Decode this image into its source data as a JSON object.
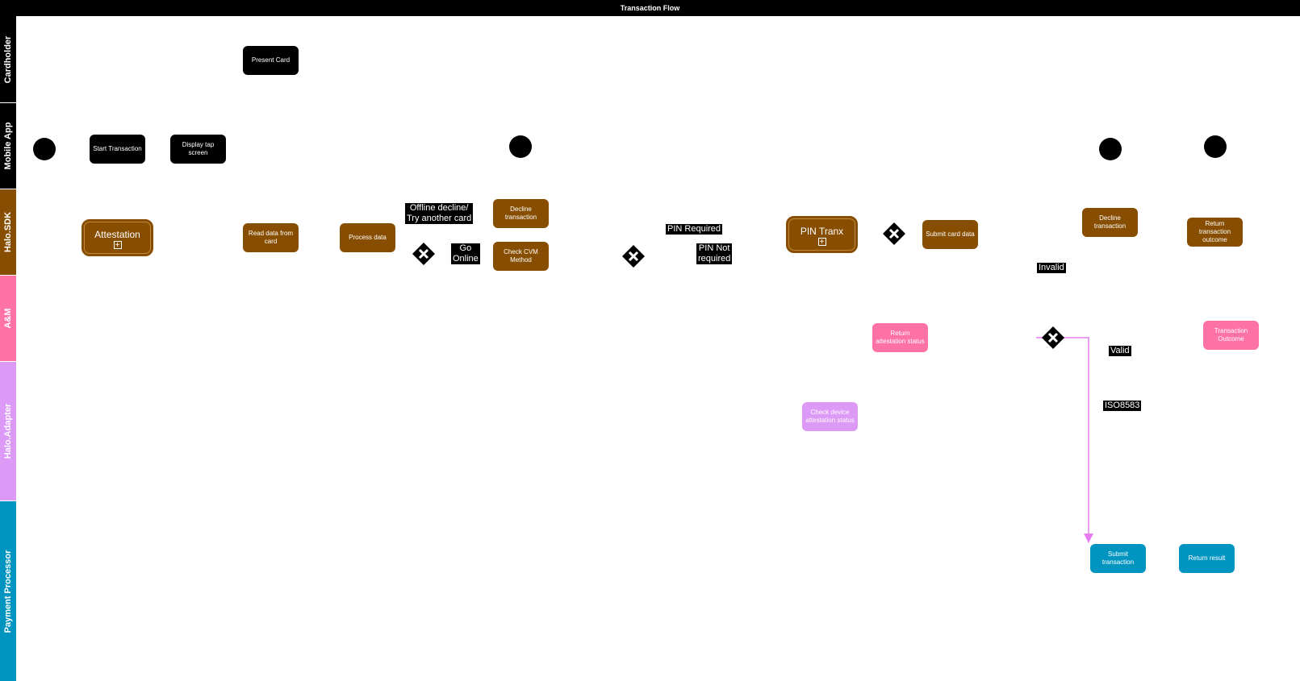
{
  "title": "Transaction Flow",
  "colors": {
    "cardholder": "#000000",
    "mobile_app": "#000000",
    "halo_sdk": "#874d00",
    "am": "#ff72a6",
    "halo_adapter": "#dc99f5",
    "payment_processor": "#0095c1",
    "edge": "#e67ef2"
  },
  "lanes": [
    "Cardholder",
    "Mobile App",
    "Halo.SDK",
    "A&M",
    "Halo.Adapter",
    "Payment Processor"
  ],
  "nodes": {
    "present_card": "Present Card",
    "start_transaction": "Start Transaction",
    "display_tap_screen": "Display tap screen",
    "attestation": "Attestation",
    "read_data": "Read data from card",
    "process_data": "Process data",
    "decline_transaction_1": "Decline transaction",
    "check_cvm": "Check CVM Method",
    "pin_tranx": "PIN Tranx",
    "submit_card_data": "Submit card data",
    "decline_transaction_2": "Decline transaction",
    "return_transaction_outcome": "Return transaction outcome",
    "return_attestation_status": "Return attestation status",
    "transaction_outcome": "Transaction Outcome",
    "check_device_attestation": "Check device attestation status",
    "submit_transaction": "Submit transaction",
    "return_result": "Return result"
  },
  "edge_labels": {
    "offline_decline": "Offline decline/\nTry another card",
    "go_online": "Go\nOnline",
    "pin_required": "PIN Required",
    "pin_not_required": "PIN Not\nrequired",
    "invalid": "Invalid",
    "valid": "Valid",
    "iso8583": "ISO8583"
  },
  "icons": {
    "gateway": "exclusive-gateway-x-icon",
    "event": "event-circle-icon",
    "subprocess": "plus-square-icon"
  }
}
